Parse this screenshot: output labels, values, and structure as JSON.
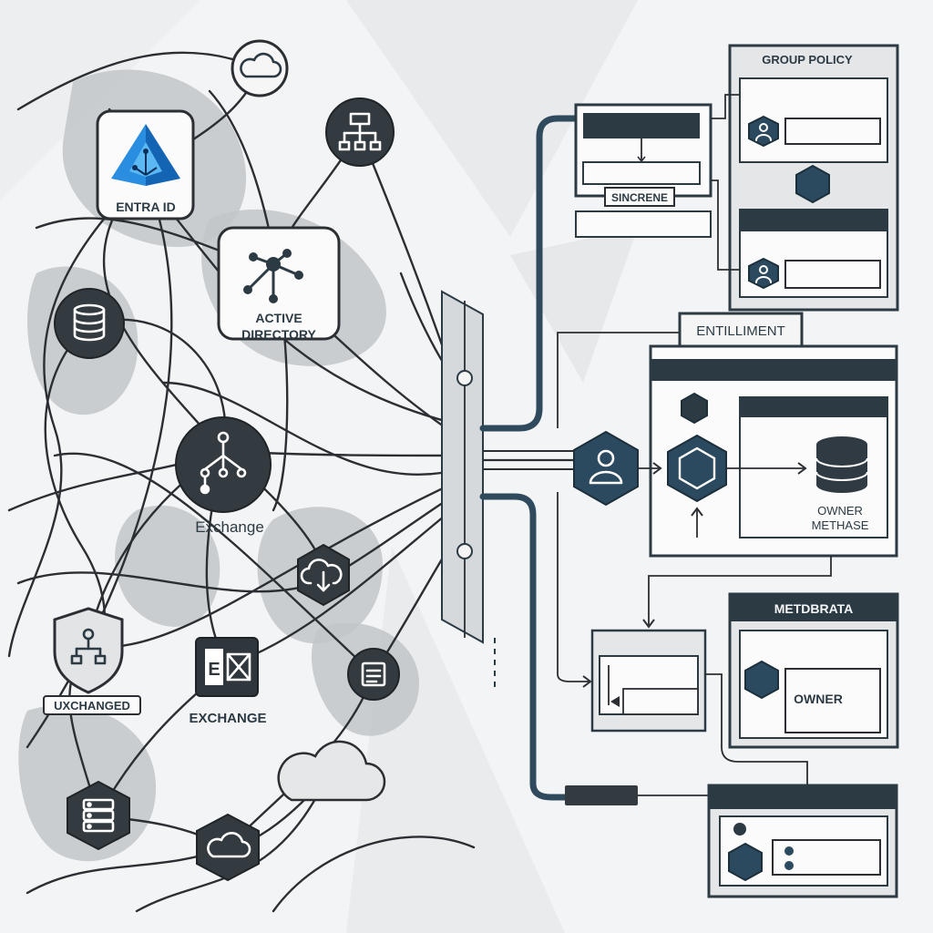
{
  "colors": {
    "background": "#f3f4f5",
    "line": "#2b2f33",
    "dark_node": "#333b41",
    "accent_teal": "#2b4a5f",
    "entra_blue": "#1f7fd6",
    "blob_gray": "#c2c5c8"
  },
  "left_cluster": {
    "entra_label": "ENTRA ID",
    "ad_label_line1": "ACTIVE",
    "ad_label_line2": "DIRECTORY",
    "hub_label": "Exchange",
    "shield_label": "UXCHANGED",
    "exchange_label": "EXCHANGE",
    "exchange_glyph": "E",
    "icons": [
      "cloud-icon",
      "network-icon",
      "database-icon",
      "cloud-download-icon",
      "document-icon",
      "server-icon",
      "shield-icon",
      "molecule-icon"
    ]
  },
  "right_panels": {
    "group_policy_title": "GROUP POLICY",
    "sync_label": "SINCRENE",
    "entitlement_label": "ENTILLIMENT",
    "owner_methase_line1": "OWNER",
    "owner_methase_line2": "METHASE",
    "metadata_title": "METDBRATA",
    "owner_label": "OWNER"
  }
}
